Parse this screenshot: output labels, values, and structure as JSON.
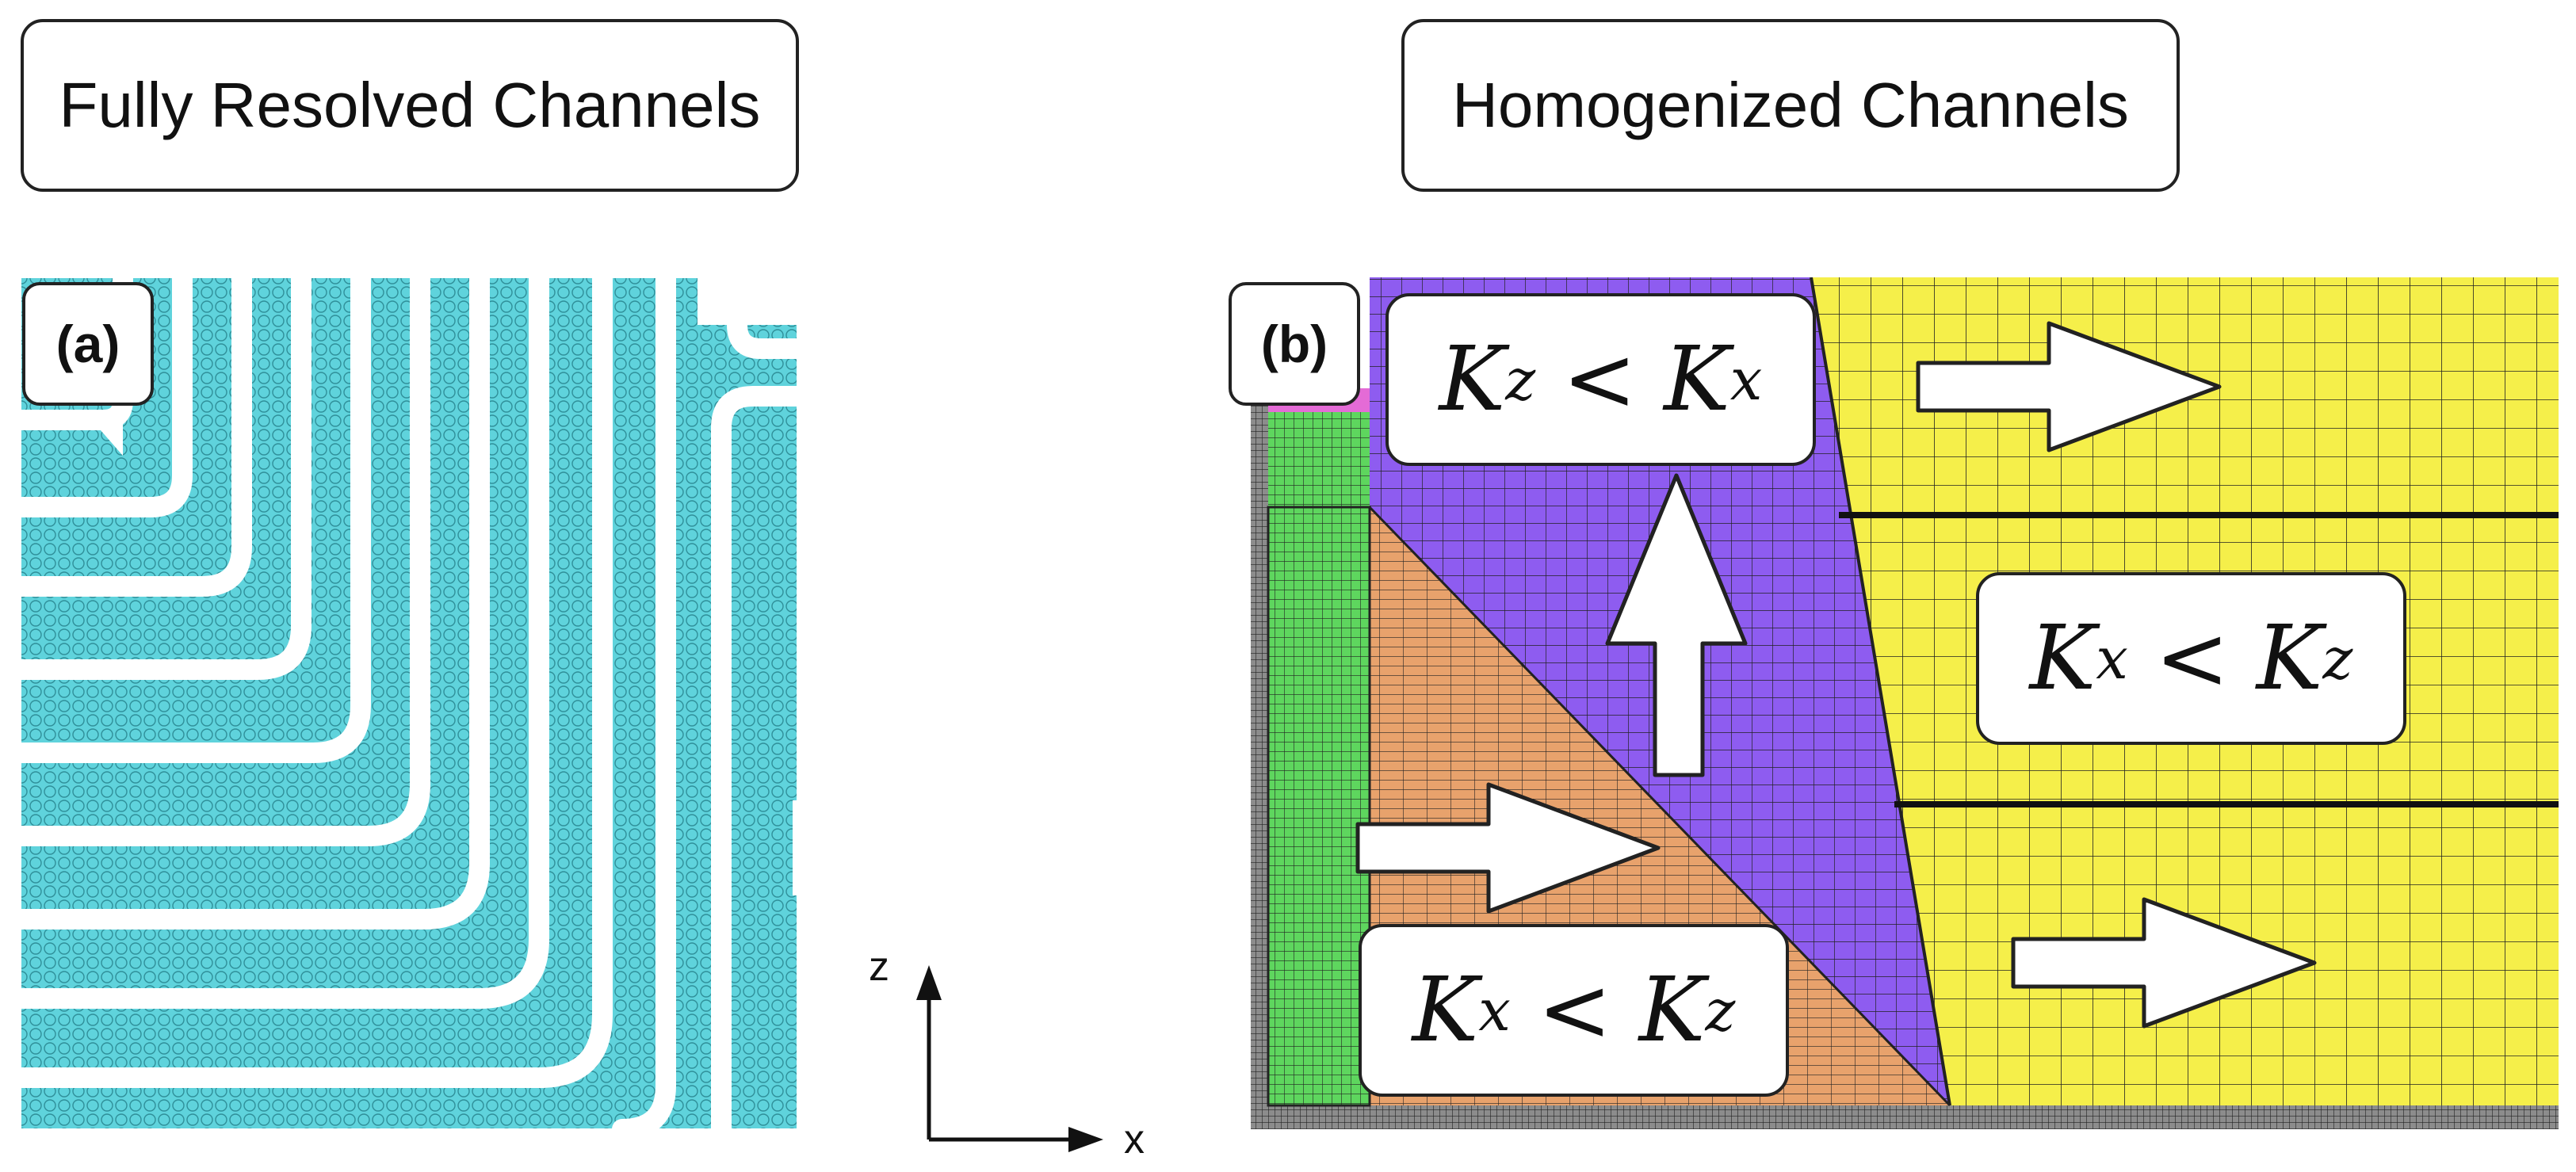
{
  "titles": {
    "left": "Fully Resolved Channels",
    "right": "Homogenized Channels"
  },
  "panels": {
    "a": {
      "label": "(a)"
    },
    "b": {
      "label": "(b)"
    }
  },
  "regions": {
    "top": {
      "k1": "K",
      "s1": "z",
      "op": "<",
      "k2": "K",
      "s2": "x"
    },
    "right": {
      "k1": "K",
      "s1": "x",
      "op": "<",
      "k2": "K",
      "s2": "z"
    },
    "bottom": {
      "k1": "K",
      "s1": "x",
      "op": "<",
      "k2": "K",
      "s2": "z"
    }
  },
  "axes": {
    "vertical": "z",
    "horizontal": "x"
  },
  "colors": {
    "mesh_a": "#5fd3dc",
    "purple": "#8e5cf0",
    "orange": "#e8a26c",
    "yellow": "#f5ef4a",
    "green": "#5ed65e",
    "pink": "#e46bd6",
    "grey": "#8c8c8c"
  }
}
